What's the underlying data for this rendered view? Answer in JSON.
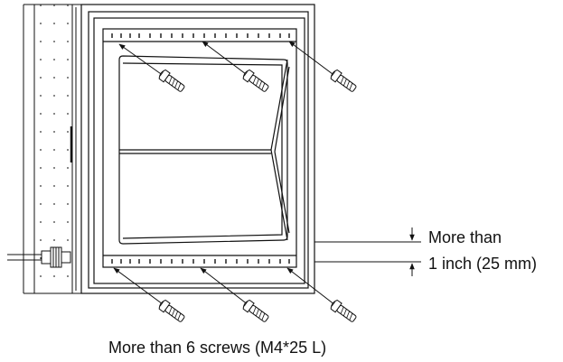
{
  "annotations": {
    "spacing_line1": "More than",
    "spacing_line2": "1 inch (25 mm)",
    "screws_caption": "More than 6 screws (M4*25 L)"
  },
  "screws": {
    "count_top": 3,
    "count_bottom": 3
  },
  "colors": {
    "line": "#111111",
    "background": "#ffffff"
  }
}
